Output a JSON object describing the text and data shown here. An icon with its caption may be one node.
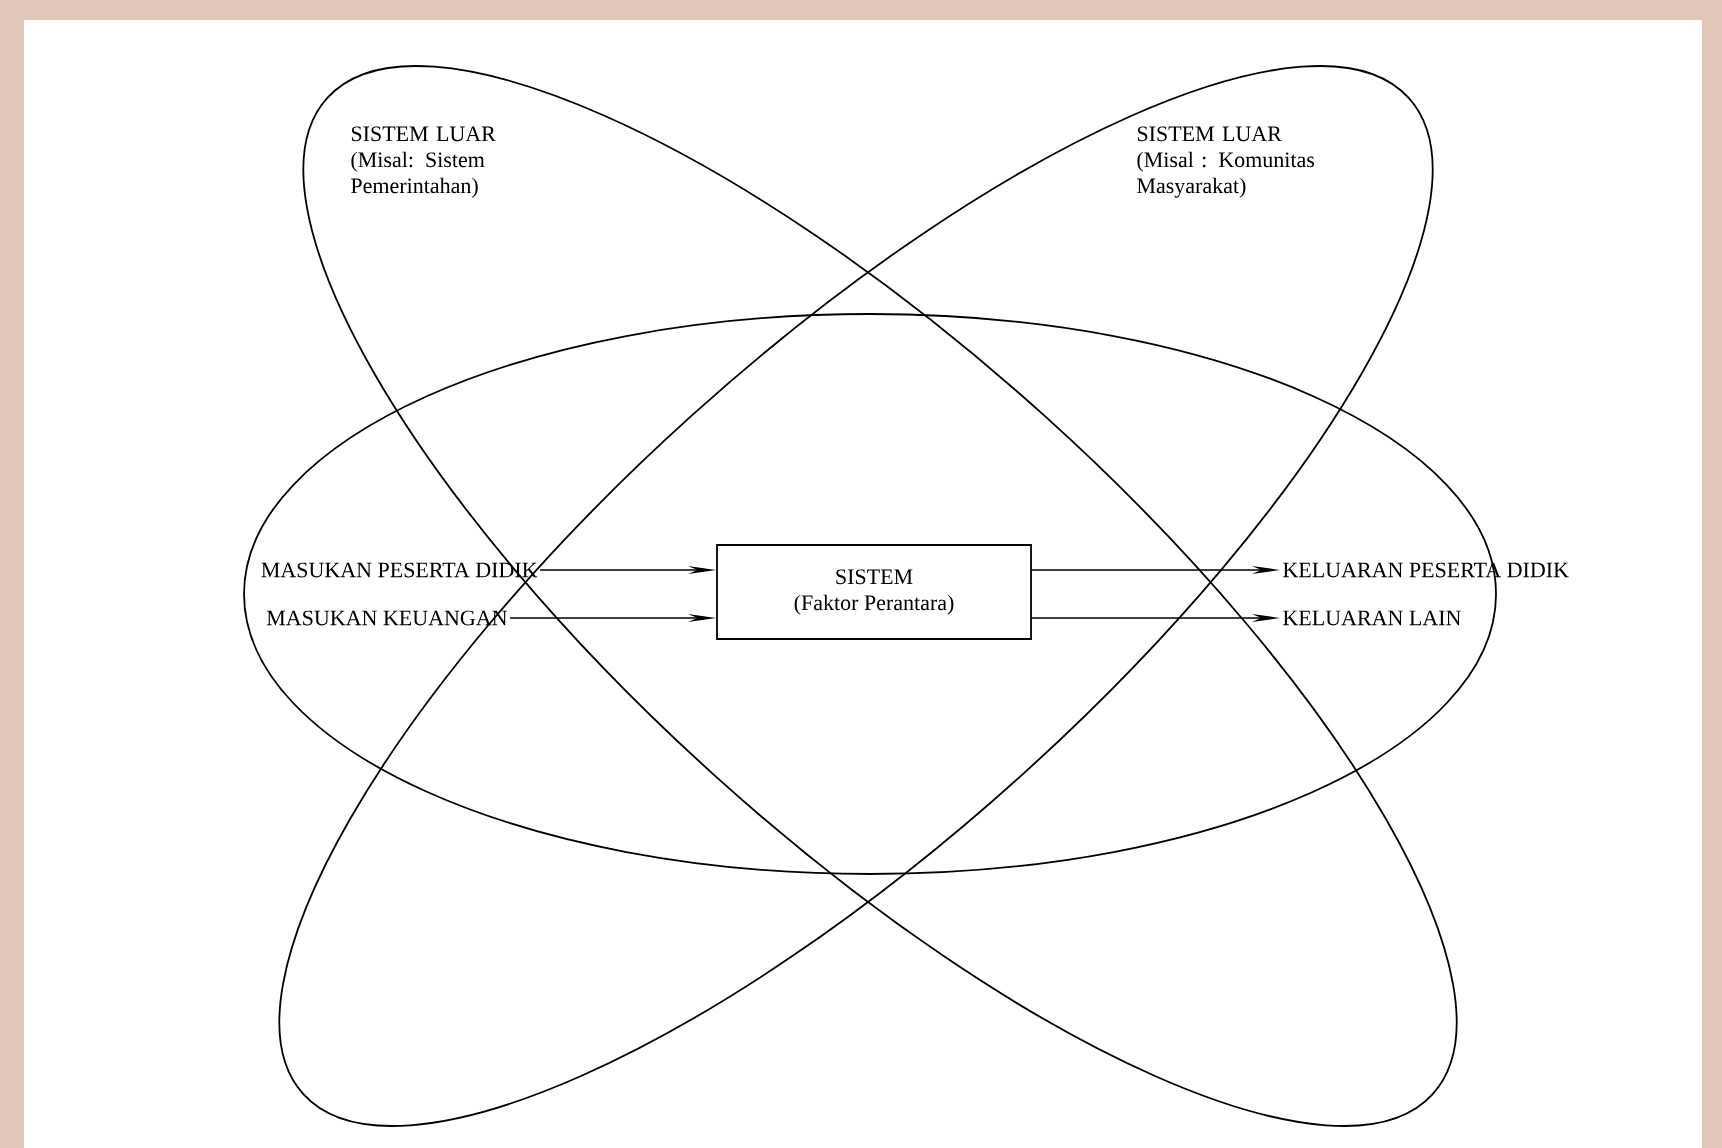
{
  "diagram": {
    "nodes": [
      {
        "text": [
          "SISTEM LUAR",
          "(Misal: Sistem Pemerintahan)"
        ]
      },
      {
        "text": [
          "SISTEM LUAR",
          "(Misal : Komunitas Masyarakat)"
        ]
      },
      {
        "text": [],
        "shape": "ellipse"
      },
      {
        "text": [
          "MASUKAN PESERTA DIDIK"
        ],
        "in": 2
      },
      {
        "text": [
          "MASUKAN KEUANGAN"
        ],
        "in": 2
      },
      {
        "text": [
          "SISTEM",
          "(Faktor Perantara)"
        ],
        "in": 2
      },
      {
        "text": [
          "KELUARAN PESERTA DIDIK"
        ]
      },
      {
        "text": [
          "KELUARAN LAIN"
        ],
        "in": 2
      }
    ],
    "edges": [
      {
        "from": 3,
        "to": 5,
        "arrow": "to"
      },
      {
        "from": 4,
        "to": 5,
        "arrow": "to"
      },
      {
        "from": 5,
        "to": 6,
        "arrow": "to"
      },
      {
        "from": 5,
        "to": 7,
        "arrow": "to"
      }
    ]
  }
}
